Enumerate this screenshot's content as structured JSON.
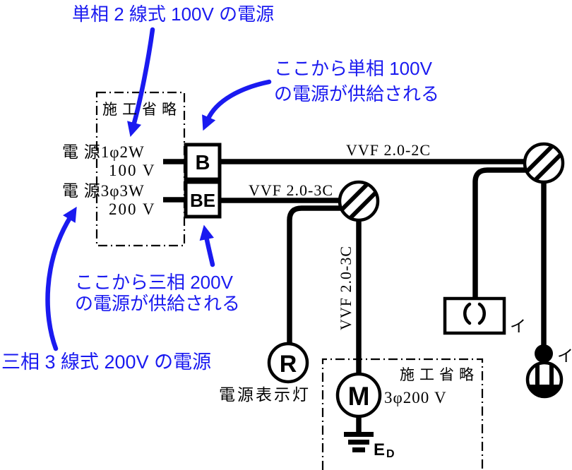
{
  "colors": {
    "annotation_blue": "#1a1af0",
    "diagram_black": "#000000",
    "background": "#ffffff"
  },
  "annotations": {
    "single_phase_source": "単相 2 線式 100V の電源",
    "from_b_line1": "ここから単相 100V",
    "from_b_line2": "の電源が供給される",
    "from_be_line1": "ここから三相 200V",
    "from_be_line2": "の電源が供給される",
    "three_phase_source": "三相 3 線式 200V の電源"
  },
  "diagram": {
    "omitted_top": "施工省略",
    "omitted_bottom": "施工省略",
    "source1": {
      "name": "電 源1φ2W",
      "voltage": "100 V"
    },
    "source2": {
      "name": "電 源3φ3W",
      "voltage": "200 V"
    },
    "breaker_b": "B",
    "breaker_be": "BE",
    "cable_b_to_jb2": "VVF 2.0-2C",
    "cable_be_to_jb1": "VVF 2.0-3C",
    "cable_jb1_to_motor": "VVF 2.0-3C",
    "pilot_lamp": {
      "letter": "R",
      "caption": "電源表示灯"
    },
    "motor": {
      "letter": "M",
      "spec": "3φ200 V"
    },
    "ground": {
      "main": "E",
      "sub": "D"
    },
    "switch_label": "イ",
    "rosette_label": "イ",
    "rosette_symbol": "( )"
  },
  "icons": {
    "junction_box": "hatched-circle-icon",
    "switch": "filled-dot-icon",
    "pendant_lamp": "pronged-circle-icon",
    "ceiling_rosette": "parentheses-box-icon",
    "ground": "earth-bars-icon",
    "annotation_arrow": "blue-curved-arrow-icon"
  }
}
